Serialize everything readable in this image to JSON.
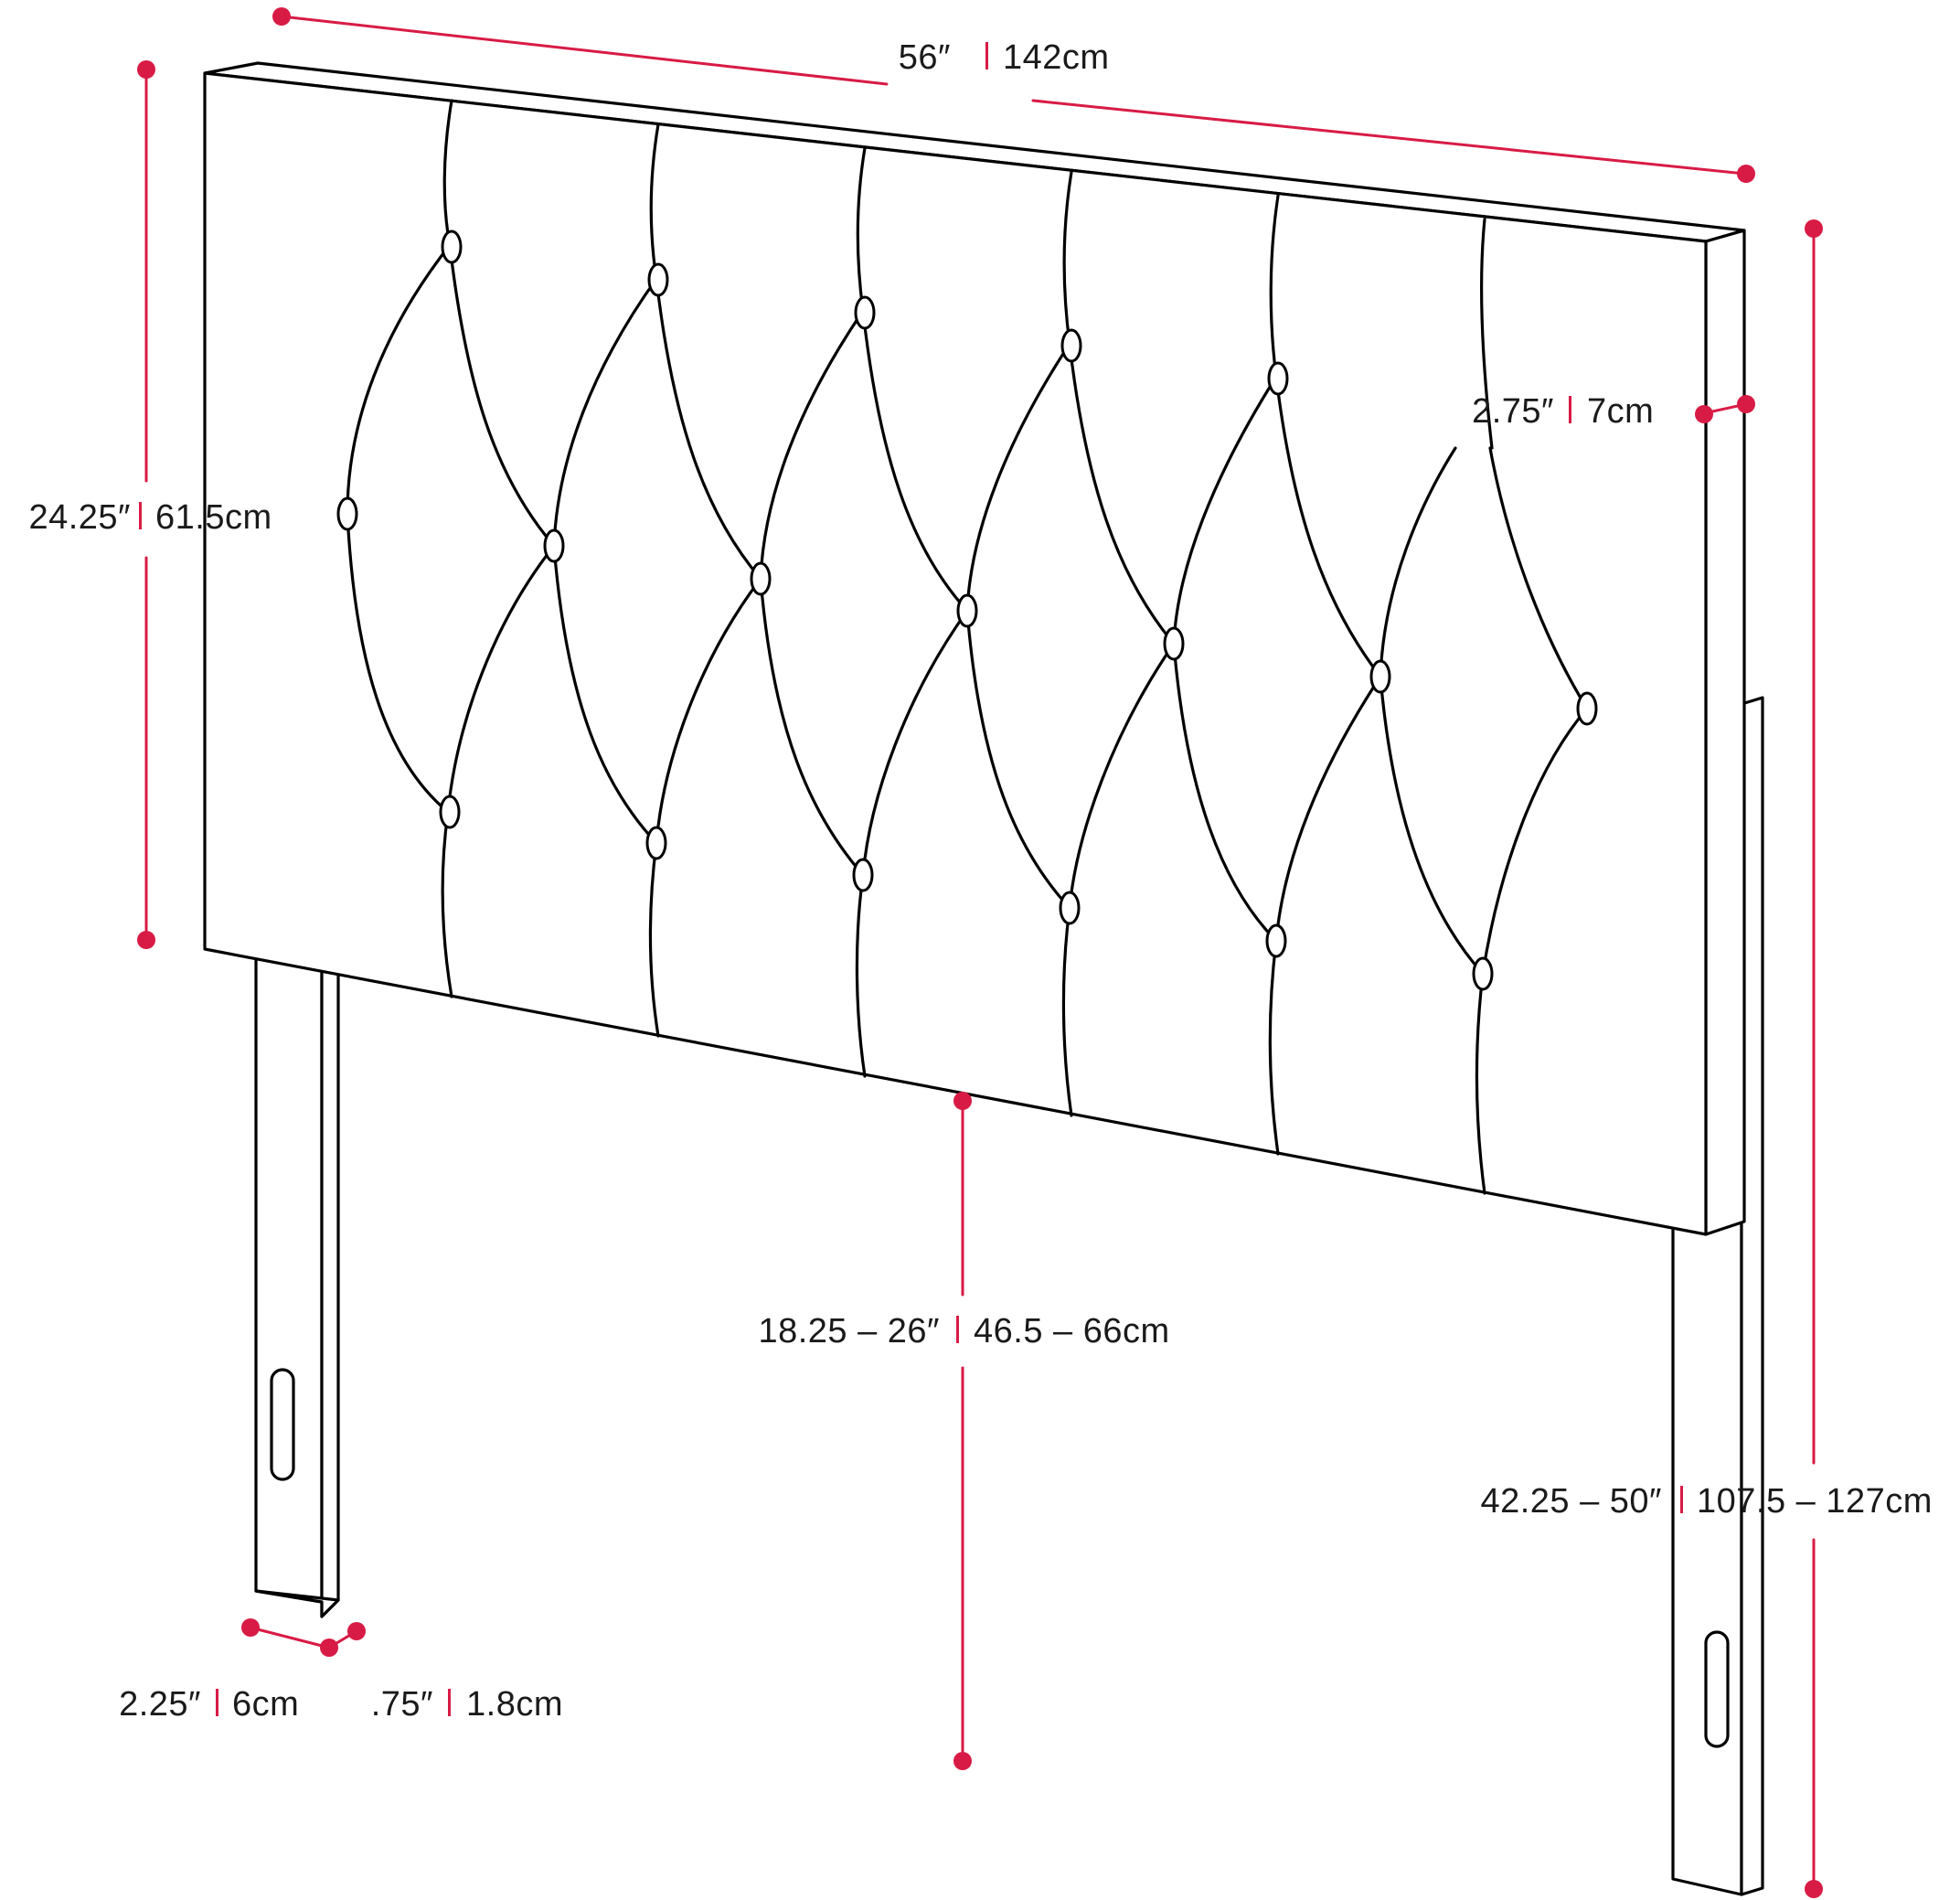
{
  "colors": {
    "line": "#000000",
    "accent": "#d81b45",
    "text": "#1a1a1a",
    "background": "#ffffff"
  },
  "dimensions": {
    "width": {
      "imperial": "56″",
      "metric": "142cm"
    },
    "panel_height": {
      "imperial": "24.25″",
      "metric": "61.5cm"
    },
    "depth": {
      "imperial": "2.75″",
      "metric": "7cm"
    },
    "leg_clearance": {
      "imperial": "18.25 – 26″",
      "metric": "46.5 – 66cm"
    },
    "total_height": {
      "imperial": "42.25 – 50″",
      "metric": "107.5 – 127cm"
    },
    "leg_width": {
      "imperial": "2.25″",
      "metric": "6cm"
    },
    "leg_thickness": {
      "imperial": ".75″",
      "metric": "1.8cm"
    }
  }
}
